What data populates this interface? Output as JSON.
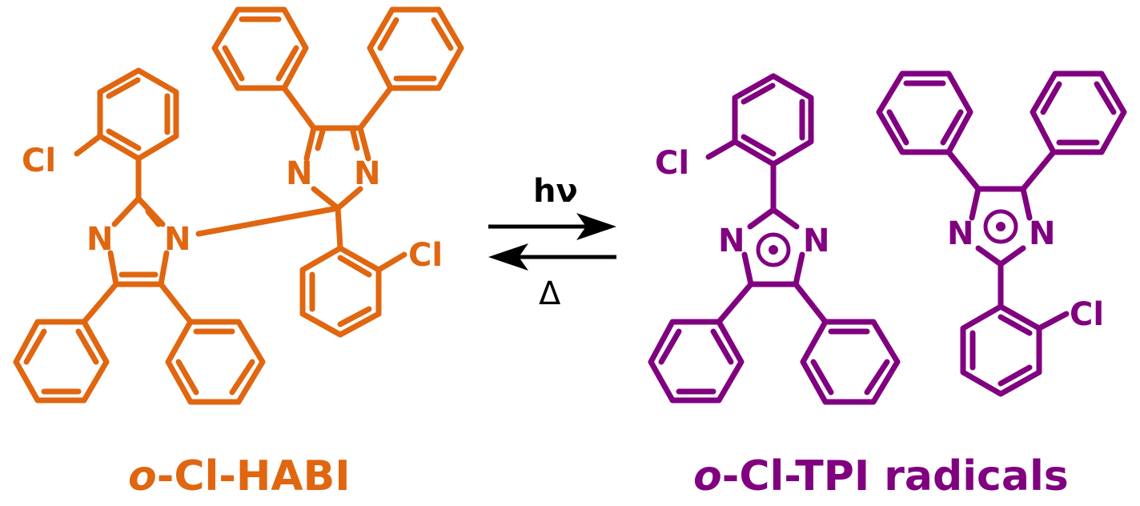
{
  "colors": {
    "habi": "#e06610",
    "tpi": "#800080",
    "arrow": "#000000"
  },
  "atoms": {
    "chlorine": "Cl",
    "nitrogen": "N"
  },
  "reaction": {
    "forward_condition": "hν",
    "reverse_condition": "Δ"
  },
  "compounds": {
    "habi": {
      "prefix": "o",
      "name": "-Cl-HABI"
    },
    "tpi": {
      "prefix": "o",
      "name": "-Cl-TPI radicals"
    }
  }
}
